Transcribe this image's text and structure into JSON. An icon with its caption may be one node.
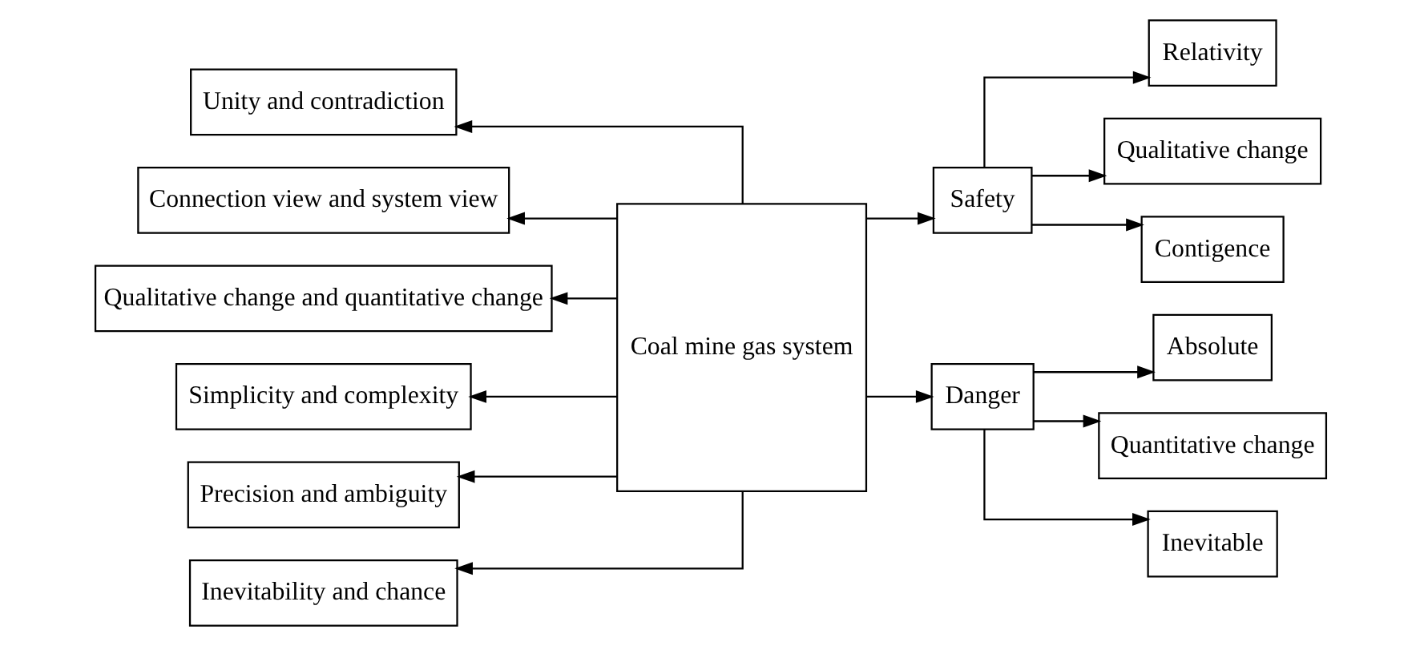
{
  "diagram": {
    "nodes": [
      {
        "text": [
          "Coal mine gas system"
        ]
      },
      {
        "text": [
          "Unity and contradiction"
        ]
      },
      {
        "text": [
          "Connection view and system view"
        ]
      },
      {
        "text": [
          "Qualitative change and quantitative change"
        ]
      },
      {
        "text": [
          "Simplicity and complexity"
        ]
      },
      {
        "text": [
          "Precision and ambiguity"
        ]
      },
      {
        "text": [
          "Inevitability and chance"
        ]
      },
      {
        "text": [
          "Safety"
        ]
      },
      {
        "text": [
          "Danger"
        ]
      },
      {
        "text": [
          "Relativity"
        ]
      },
      {
        "text": [
          "Qualitative change"
        ]
      },
      {
        "text": [
          "Contigence"
        ]
      },
      {
        "text": [
          "Absolute"
        ]
      },
      {
        "text": [
          "Quantitative change"
        ]
      },
      {
        "text": [
          "Inevitable"
        ]
      }
    ],
    "edges": [
      {
        "from": 0,
        "to": 1,
        "arrow": "to"
      },
      {
        "from": 0,
        "to": 2,
        "arrow": "to"
      },
      {
        "from": 0,
        "to": 3,
        "arrow": "to"
      },
      {
        "from": 0,
        "to": 4,
        "arrow": "to"
      },
      {
        "from": 0,
        "to": 5,
        "arrow": "to"
      },
      {
        "from": 0,
        "to": 6,
        "arrow": "to"
      },
      {
        "from": 0,
        "to": 7,
        "arrow": "to"
      },
      {
        "from": 0,
        "to": 8,
        "arrow": "to"
      },
      {
        "from": 7,
        "to": 9,
        "arrow": "to"
      },
      {
        "from": 7,
        "to": 10,
        "arrow": "to"
      },
      {
        "from": 7,
        "to": 11,
        "arrow": "to"
      },
      {
        "from": 8,
        "to": 12,
        "arrow": "to"
      },
      {
        "from": 8,
        "to": 13,
        "arrow": "to"
      },
      {
        "from": 8,
        "to": 14,
        "arrow": "to"
      }
    ]
  }
}
